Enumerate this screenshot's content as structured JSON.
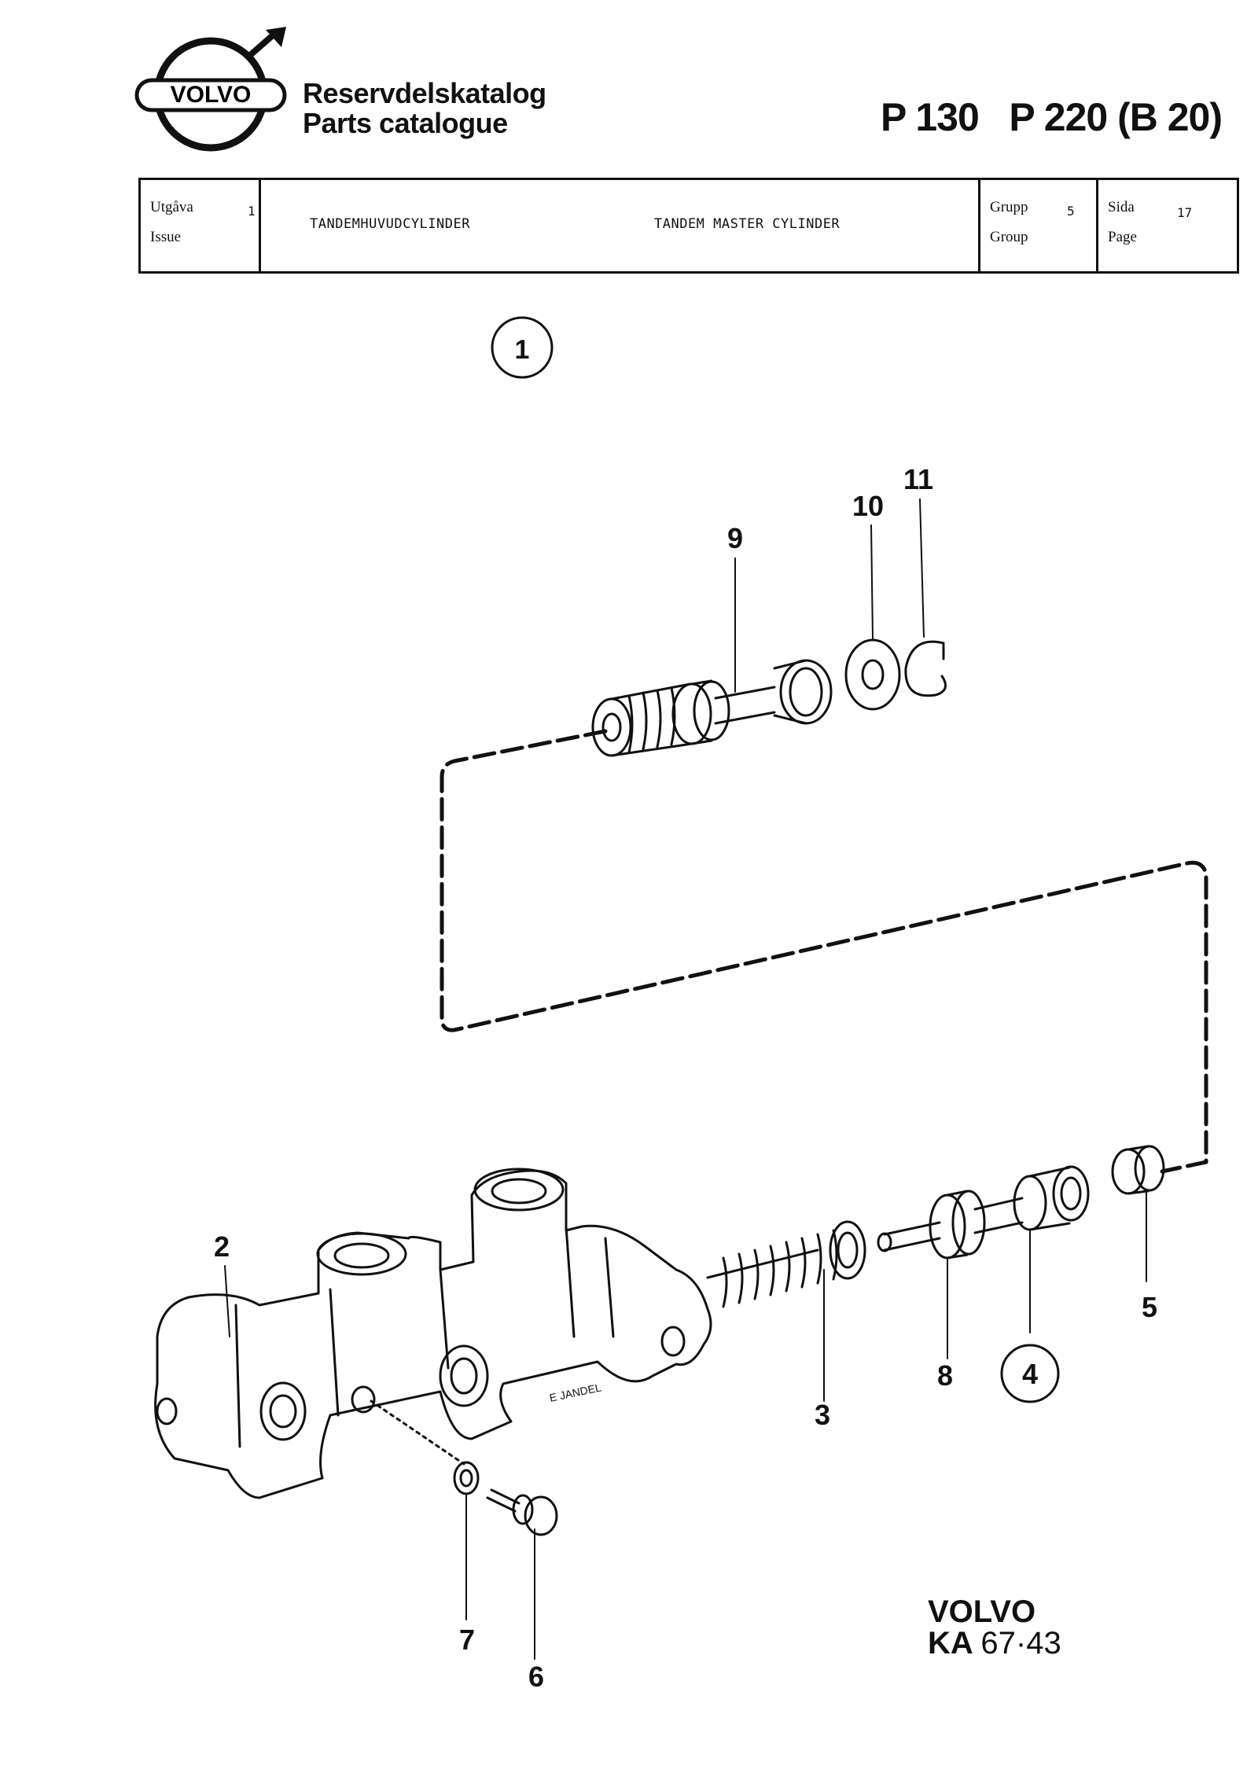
{
  "header": {
    "brand": "VOLVO",
    "catalog_sv": "Reservdelskatalog",
    "catalog_en": "Parts catalogue",
    "models": "P 130   P 220 (B 20)"
  },
  "table": {
    "issue_label_sv": "Utgåva",
    "issue_label_en": "Issue",
    "issue_value": "1",
    "title_sv": "TANDEMHUVUDCYLINDER",
    "title_en": "TANDEM MASTER CYLINDER",
    "group_label_sv": "Grupp",
    "group_label_en": "Group",
    "group_value": "5",
    "page_label_sv": "Sida",
    "page_label_en": "Page",
    "page_value": "17"
  },
  "diagram": {
    "figure_number": "1",
    "artist_signature": "E JANDEL",
    "callouts": [
      "2",
      "3",
      "4",
      "5",
      "6",
      "7",
      "8",
      "9",
      "10",
      "11"
    ]
  },
  "footer": {
    "brand": "VOLVO",
    "code_prefix": "KA",
    "code_number": "67·43"
  }
}
